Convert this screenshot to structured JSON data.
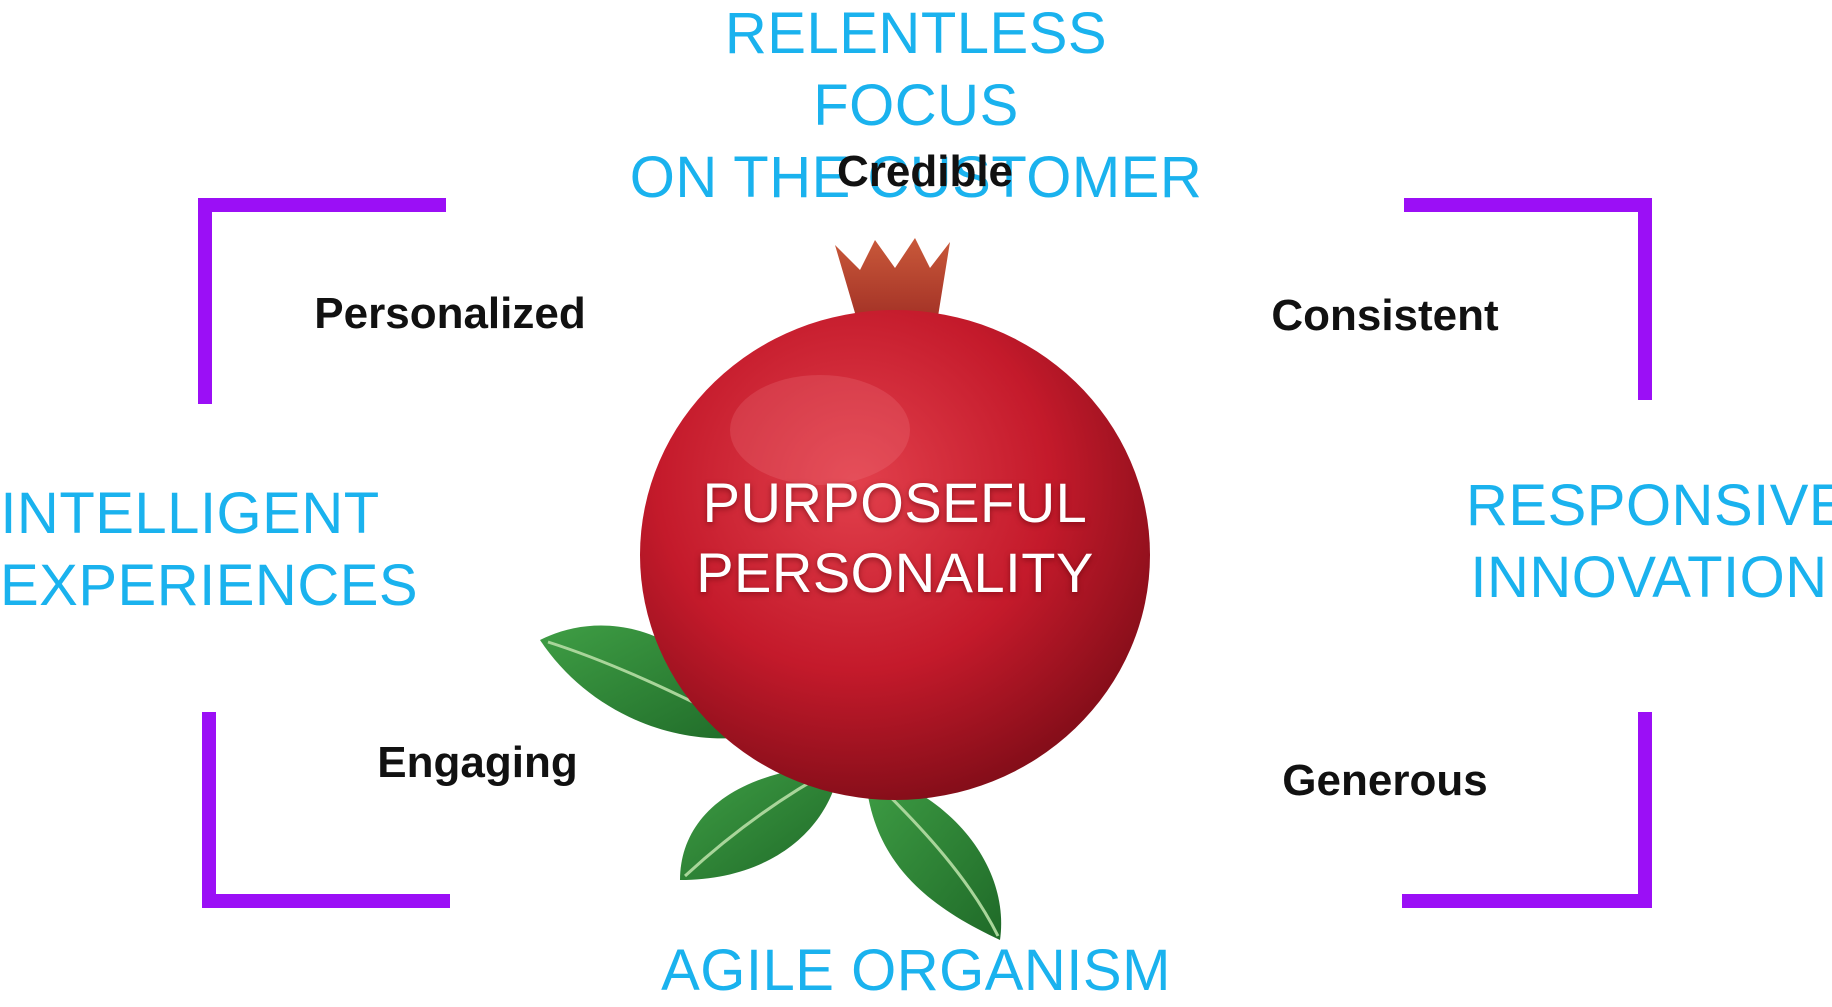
{
  "top_value": {
    "line1": "RELENTLESS FOCUS",
    "line2": "ON THE CUSTOMER"
  },
  "left_value": {
    "line1": "INTELLIGENT",
    "line2": "EXPERIENCES"
  },
  "right_value": {
    "line1": "RESPONSIVE",
    "line2": "INNOVATION"
  },
  "bottom_value": {
    "line1": "AGILE ORGANISM"
  },
  "center": {
    "line1": "PURPOSEFUL",
    "line2": "PERSONALITY"
  },
  "traits": {
    "top": "Credible",
    "top_left": "Personalized",
    "top_right": "Consistent",
    "bottom_left": "Engaging",
    "bottom_right": "Generous"
  },
  "colors": {
    "value_text": "#1ab2ee",
    "trait_text": "#111111",
    "bracket": "#9b0ff6",
    "fruit": "#c8192a",
    "leaf": "#2e8a35"
  },
  "image": {
    "icon": "pomegranate-icon"
  }
}
